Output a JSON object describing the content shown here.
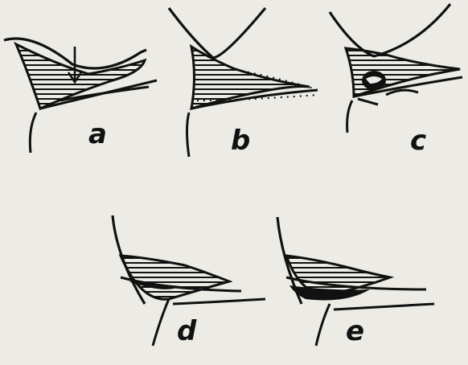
{
  "figure": {
    "panels": [
      {
        "id": "a",
        "label": "a"
      },
      {
        "id": "b",
        "label": "b"
      },
      {
        "id": "c",
        "label": "c"
      },
      {
        "id": "d",
        "label": "d"
      },
      {
        "id": "e",
        "label": "e"
      }
    ]
  },
  "colors": {
    "ink": "#111111",
    "paper": "#ecebe6",
    "bleed_text": "#d7d5cf"
  }
}
